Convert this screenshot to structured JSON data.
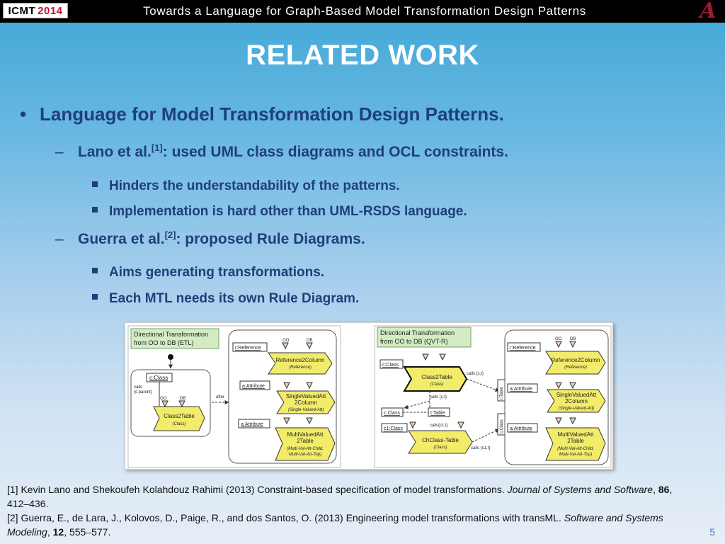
{
  "header": {
    "logo_left_main": "ICMT",
    "logo_left_year": "2014",
    "title": "Towards a Language for Graph-Based Model Transformation Design Patterns",
    "logo_right": "A"
  },
  "slide": {
    "title": "RELATED WORK",
    "bullet_l1": "Language for Model Transformation Design Patterns.",
    "lano_name": "Lano et al.",
    "lano_ref": "[1]",
    "lano_rest": ": used UML class diagrams and OCL constraints.",
    "lano_sub1": "Hinders the understandability of the patterns.",
    "lano_sub2": "Implementation is hard other than UML-RSDS language.",
    "guerra_name": "Guerra et al.",
    "guerra_ref": "[2]",
    "guerra_rest": ": proposed Rule Diagrams.",
    "guerra_sub1": "Aims generating transformations.",
    "guerra_sub2": "Each MTL needs its own Rule Diagram.",
    "bullet_glyph": "•",
    "dash_glyph": "–"
  },
  "figure": {
    "left": {
      "title_l1": "Directional Transformation",
      "title_l2": "from OO to DB (ETL)",
      "cclass": "c:Class",
      "calls": "calls",
      "cparent": "{c.parent}",
      "oo": "OO",
      "db": "DB",
      "class2table": "Class2Table",
      "class2table_sub": "(Class)",
      "after": "after",
      "rref": "r:Reference",
      "ref2col": "Reference2Column",
      "ref2col_sub": "(Reference)",
      "aattr1": "a:Attribute",
      "sva_l1": "SingleValuedAtt",
      "sva_l2": "2Column",
      "sva_sub": "(Single-Valued-Att)",
      "aattr2": "a:Attribute",
      "mva_l1": "MultiValuedAtt",
      "mva_l2": "2Table",
      "mva_sub1": "(Multi-Val-Att-Child,",
      "mva_sub2": "Multi-Val-Att-Top)"
    },
    "right": {
      "title_l1": "Directional Transformation",
      "title_l2": "from OO to DB (QVT-R)",
      "cclass": "c:Class",
      "class2table": "Class2Table",
      "class2table_sub": "(Class)",
      "calls_ct": "calls {c,t}",
      "calls_ct2": "calls {c,t}",
      "cclass2": "c:Class",
      "ttable": "t:Table",
      "calls_c1t": "calls{c1,t}",
      "c1class": "c1:Class",
      "chclass": "ChClass-Table",
      "chclass_sub": "(Class)",
      "calls_c1t2": "calls {c1,t}",
      "ttable_v": "t:Table",
      "cclass_v": "c:Class",
      "rref": "r:Reference",
      "ref2col": "Reference2Column",
      "ref2col_sub": "(Reference)",
      "aattr1": "a:Attribute",
      "sva_l1": "SingleValuedAtt",
      "sva_l2": "2Column",
      "sva_sub": "(Single-Valued-Att)",
      "aattr2": "a:Attribute",
      "mva_l1": "MultiValuedAtt",
      "mva_l2": "2Table",
      "mva_sub1": "(Multi-Val-Att-Child,",
      "mva_sub2": "Multi-Val-Att-Top)",
      "oo": "OO",
      "db": "DB"
    }
  },
  "references": {
    "r1_plain": "[1] Kevin Lano and Shekoufeh Kolahdouz Rahimi (2013) Constraint-based specification of model transformations. ",
    "r1_journal": "Journal of Systems and Software",
    "r1_sep": ", ",
    "r1_vol": "86",
    "r1_pages": ", 412–436.",
    "r2_plain": "[2] Guerra, E., de Lara, J., Kolovos, D., Paige, R., and dos Santos, O. (2013) Engineering model transformations with transML. ",
    "r2_journal": "Software and Systems Modeling",
    "r2_sep": ", ",
    "r2_vol": "12",
    "r2_pages": ", 555–577."
  },
  "page_number": "5",
  "colors": {
    "title_text": "#ffffff",
    "body_text": "#1f3f7a",
    "pattern_yellow": "#f2ec6a",
    "label_green": "#d3ecc4",
    "page_number": "#4a7fc1"
  }
}
